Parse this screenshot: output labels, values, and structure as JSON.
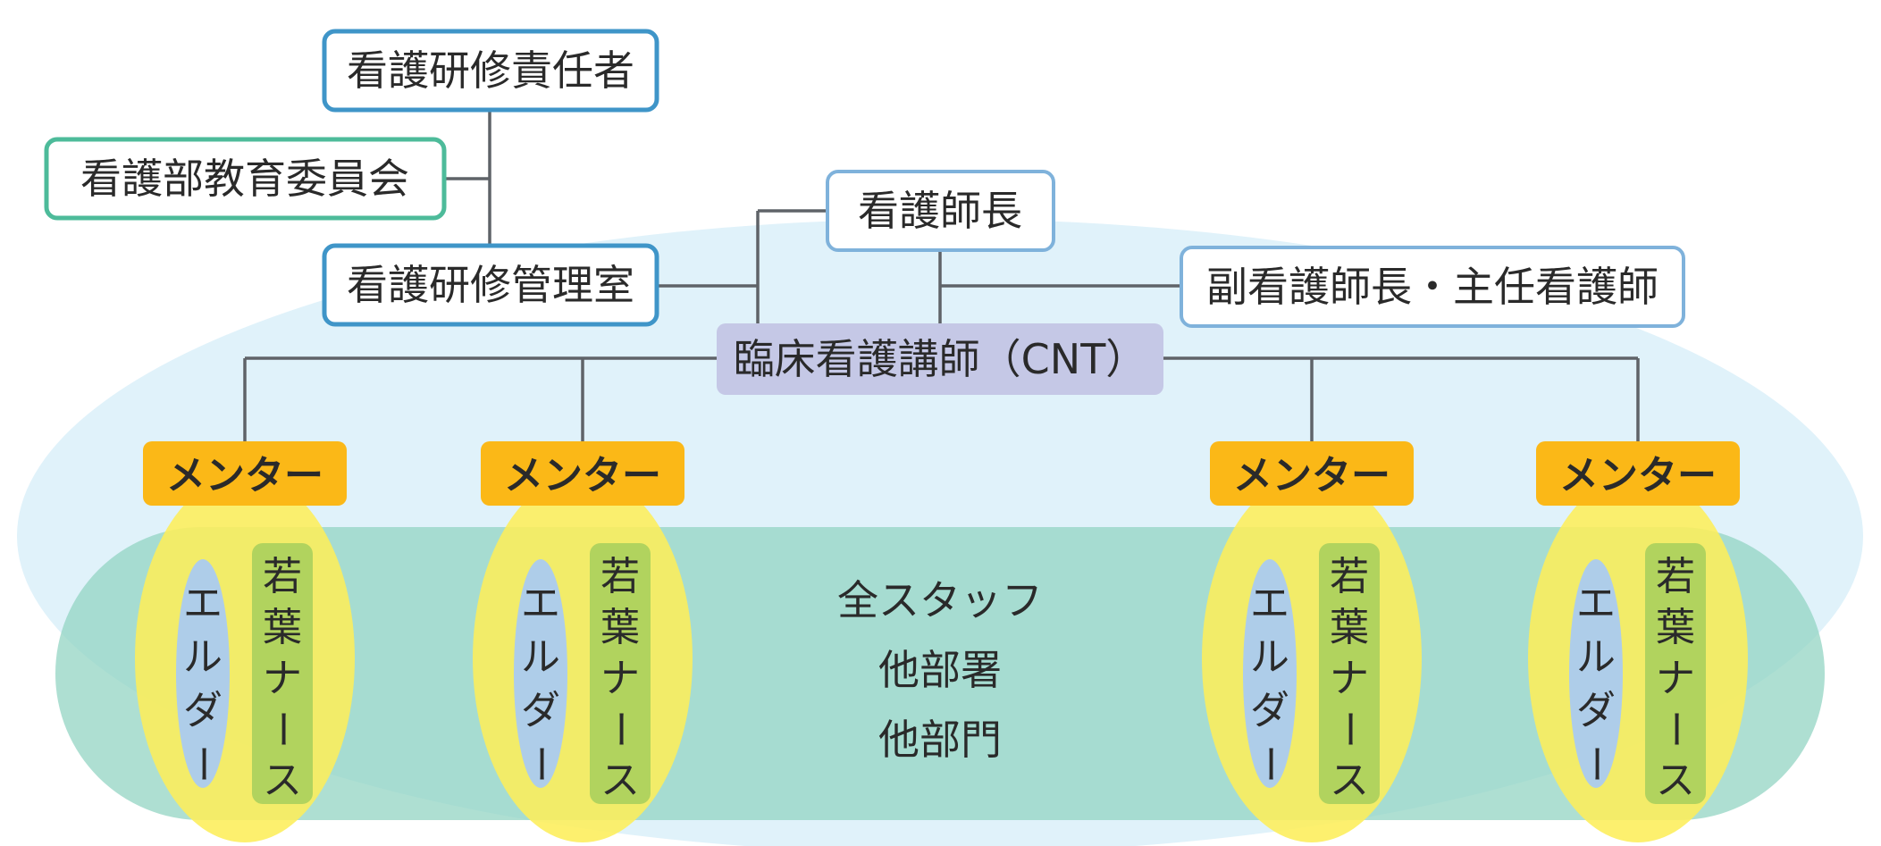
{
  "colors": {
    "outer_ellipse": "#e0f2fa",
    "staff_band": "#8fd3c1",
    "mentor_oval": "#fdee5a",
    "mentor_header": "#fbb817",
    "elder_pill": "#aecde9",
    "young_pill": "#b1d35e",
    "cnt_fill": "#c5c8e6",
    "border_blue": "#3f95c8",
    "border_teal": "#4dbb9a",
    "border_light_blue": "#7fb2db"
  },
  "nodes": {
    "training_manager": "看護研修責任者",
    "education_committee": "看護部教育委員会",
    "training_office": "看護研修管理室",
    "head_nurse": "看護師長",
    "deputy_head": "副看護師長・主任看護師",
    "cnt": "臨床看護講師（CNT）"
  },
  "mentor_groups": [
    {
      "mentor_label": "メンター",
      "elder_chars": [
        "エ",
        "ル",
        "ダ",
        "ー"
      ],
      "young_chars": [
        "若",
        "葉",
        "ナ",
        "ー",
        "ス"
      ]
    },
    {
      "mentor_label": "メンター",
      "elder_chars": [
        "エ",
        "ル",
        "ダ",
        "ー"
      ],
      "young_chars": [
        "若",
        "葉",
        "ナ",
        "ー",
        "ス"
      ]
    },
    {
      "mentor_label": "メンター",
      "elder_chars": [
        "エ",
        "ル",
        "ダ",
        "ー"
      ],
      "young_chars": [
        "若",
        "葉",
        "ナ",
        "ー",
        "ス"
      ]
    },
    {
      "mentor_label": "メンター",
      "elder_chars": [
        "エ",
        "ル",
        "ダ",
        "ー"
      ],
      "young_chars": [
        "若",
        "葉",
        "ナ",
        "ー",
        "ス"
      ]
    }
  ],
  "staff_lines": [
    "全スタッフ",
    "他部署",
    "他部門"
  ]
}
